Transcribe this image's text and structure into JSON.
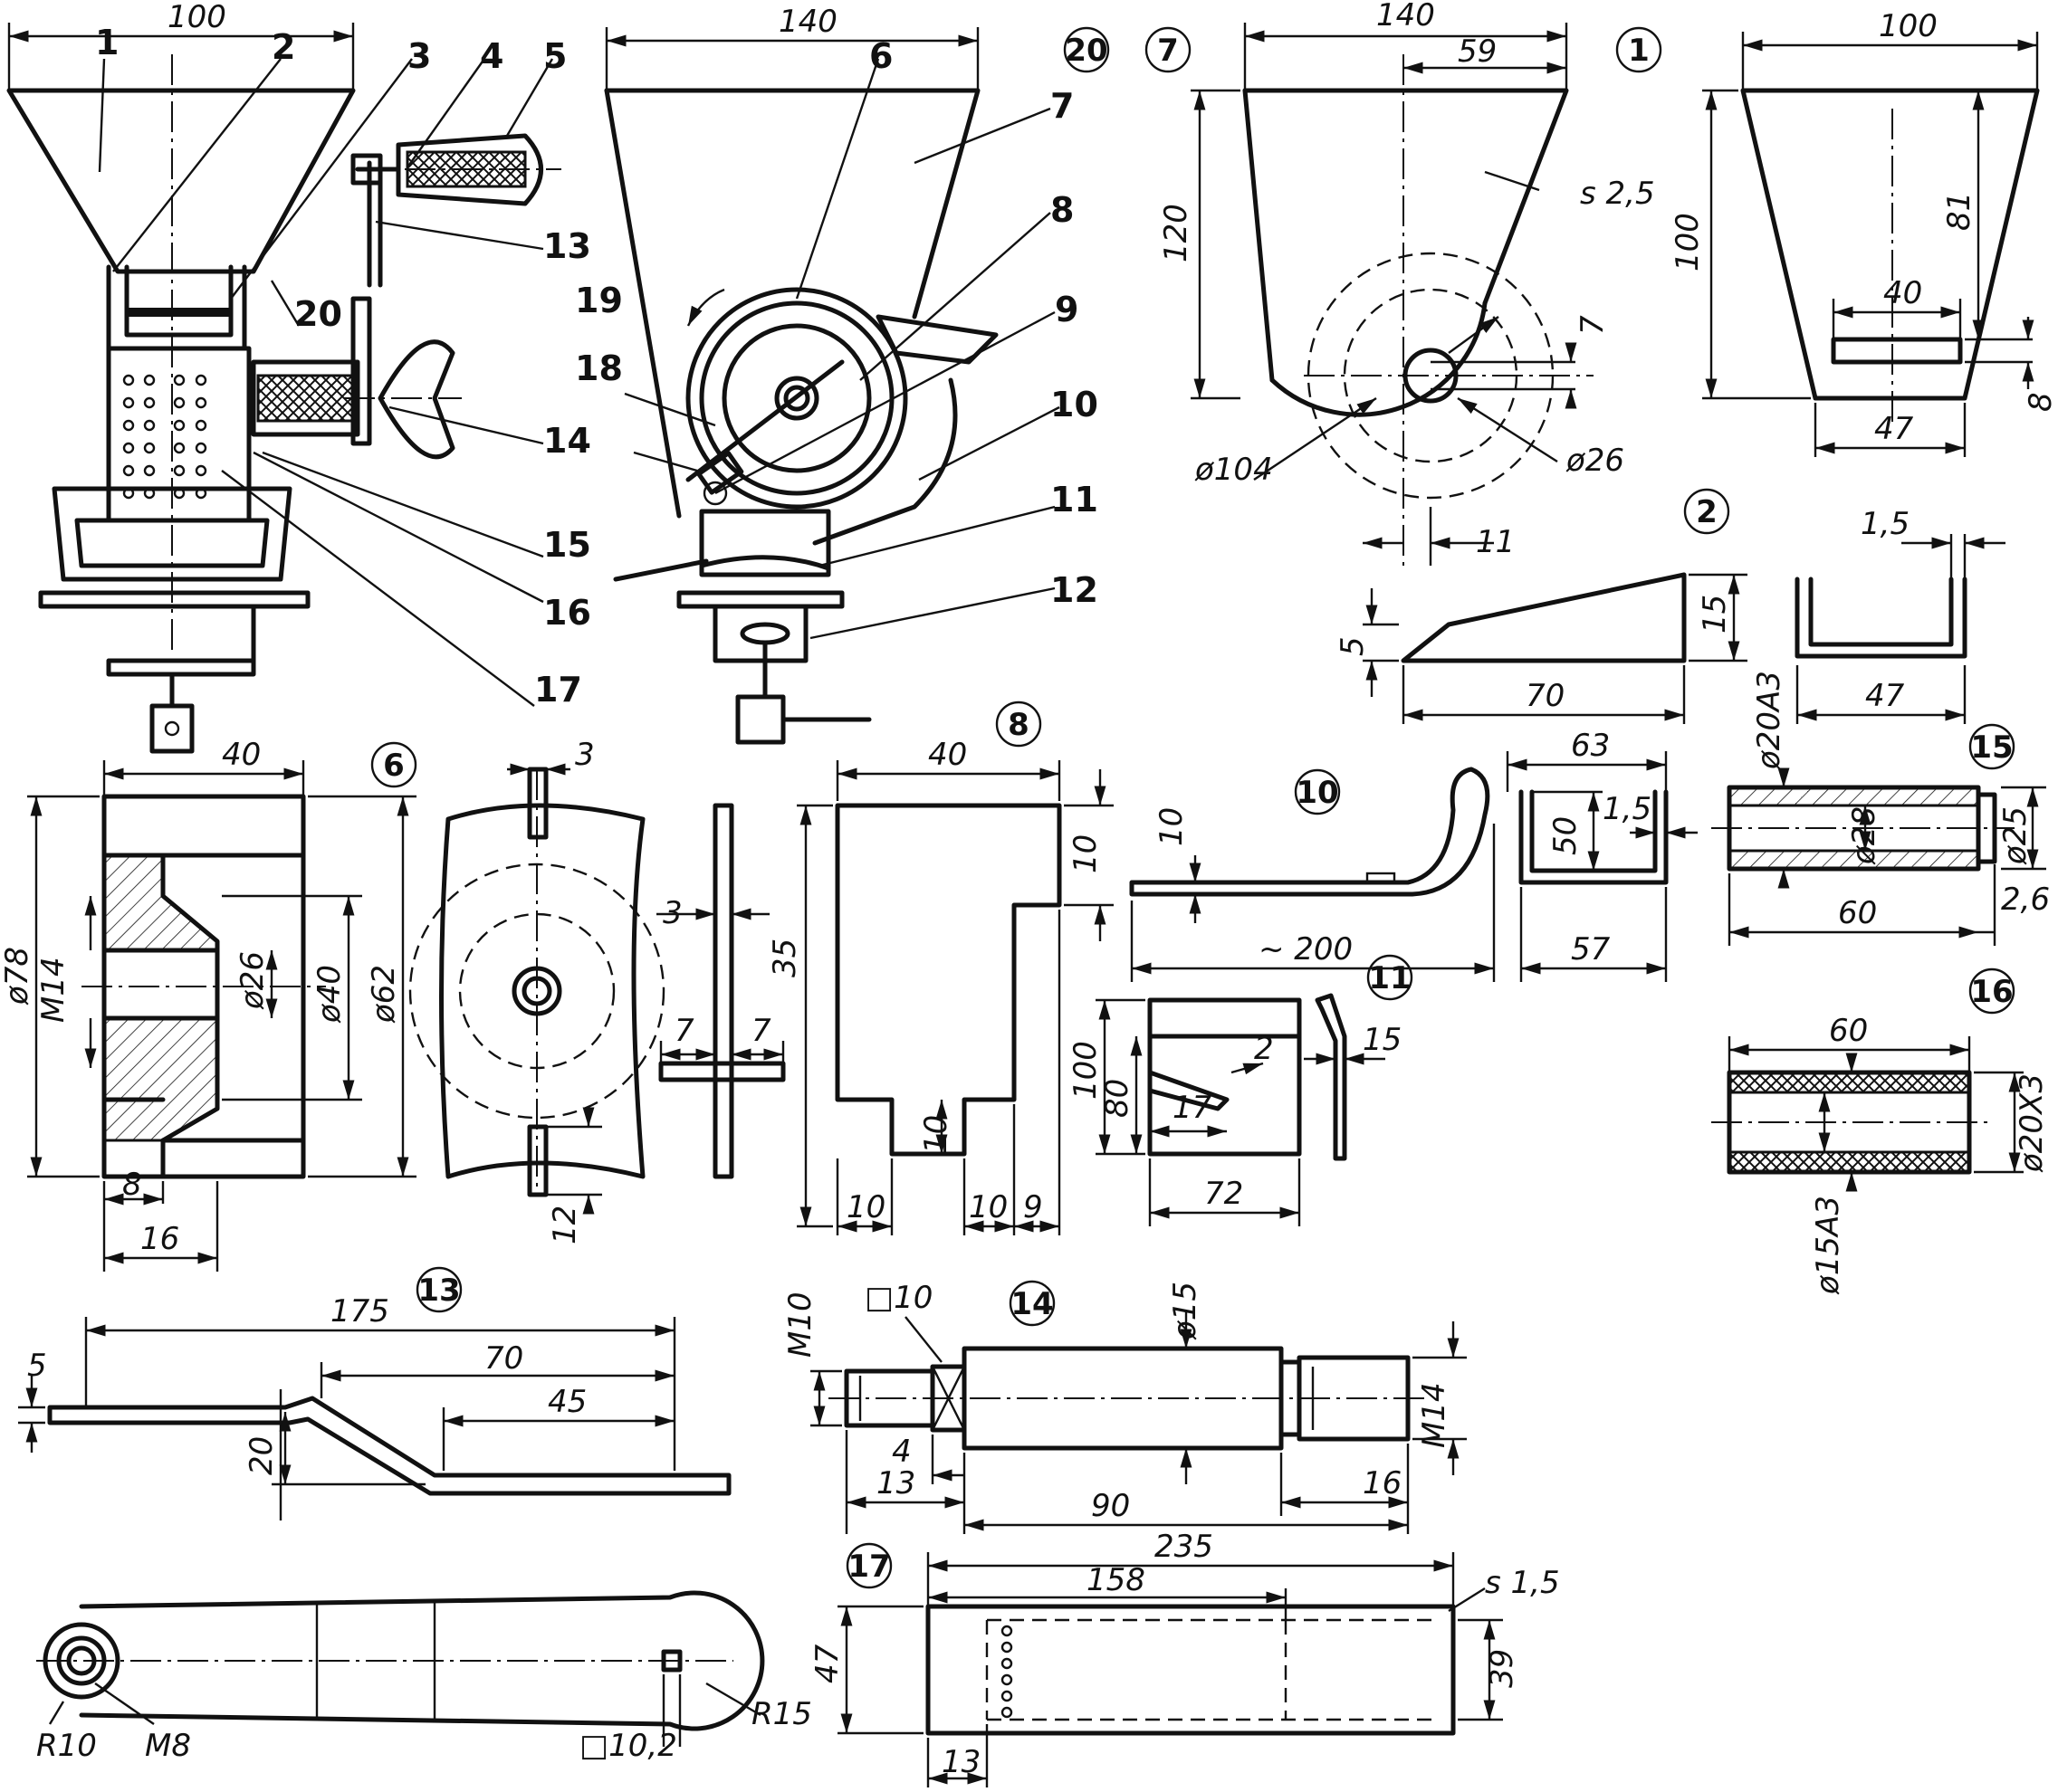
{
  "drawing": {
    "parts": {
      "p1": "1",
      "p2": "2",
      "p6": "6",
      "p7": "7",
      "p8": "8",
      "p10": "10",
      "p11": "11",
      "p13": "13",
      "p14": "14",
      "p15": "15",
      "p16": "16",
      "p17": "17",
      "p20": "20"
    },
    "leaders": {
      "n1": "1",
      "n2": "2",
      "n3": "3",
      "n4": "4",
      "n5": "5",
      "n6": "6",
      "n7": "7",
      "n8": "8",
      "n9": "9",
      "n10": "10",
      "n11": "11",
      "n12": "12",
      "n13": "13",
      "n14": "14",
      "n15": "15",
      "n16": "16",
      "n17": "17",
      "n18": "18",
      "n19": "19",
      "n20": "20"
    },
    "dims": {
      "front_w": "100",
      "side_w": "140",
      "p7_w": "140",
      "p7_59": "59",
      "p7_120": "120",
      "p7_s": "s 2,5",
      "p7_7": "7",
      "p7_d104": "ø104",
      "p7_d26": "ø26",
      "p7_11": "11",
      "p1_w": "100",
      "p1_h": "100",
      "p1_81": "81",
      "p1_40": "40",
      "p1_8": "8",
      "p1_47": "47",
      "p2_5": "5",
      "p2_70": "70",
      "p2_15": "15",
      "u_15": "1,5",
      "u_47": "47",
      "p6_40": "40",
      "p6_3": "3",
      "p6_d78": "ø78",
      "p6_m14": "M14",
      "p6_d26": "ø26",
      "p6_d40": "ø40",
      "p6_d62": "ø62",
      "p6_8": "8",
      "p6_16": "16",
      "p6_12": "12",
      "p8_40": "40",
      "p8_10a": "10",
      "p8_35": "35",
      "p8_3": "3",
      "p8_7a": "7",
      "p8_7b": "7",
      "p8_10b": "10",
      "p8_10c": "10",
      "p8_10d": "10",
      "p8_9": "9",
      "p10_63": "63",
      "p10_10": "10",
      "p10_200": "~ 200",
      "p10_50": "50",
      "p10_15": "1,5",
      "p10_57": "57",
      "p11_100": "100",
      "p11_80": "80",
      "p11_2": "2",
      "p11_17": "17",
      "p11_15": "15",
      "p11_72": "72",
      "p15_a": "ø20A3",
      "p15_d28": "ø28",
      "p15_d25": "ø25",
      "p15_60": "60",
      "p15_26": "2,6",
      "p16_60": "60",
      "p16_x": "ø20X3",
      "p16_a": "ø15A3",
      "p13_175": "175",
      "p13_70": "70",
      "p13_45": "45",
      "p13_5": "5",
      "p13_20": "20",
      "p13_r10": "R10",
      "p13_m8": "M8",
      "p13_sq": "□10,2",
      "p13_r15": "R15",
      "p14_m10": "M10",
      "p14_sq": "□10",
      "p14_d15": "ø15",
      "p14_m14": "M14",
      "p14_4": "4",
      "p14_13": "13",
      "p14_90": "90",
      "p14_16": "16",
      "p17_235": "235",
      "p17_158": "158",
      "p17_s": "s 1,5",
      "p17_47": "47",
      "p17_39": "39",
      "p17_13": "13"
    }
  }
}
